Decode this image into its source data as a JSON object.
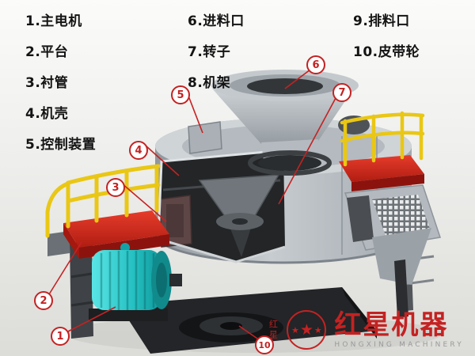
{
  "legend": {
    "items": [
      "1.主电机",
      "2.平台",
      "3.衬管",
      "4.机壳",
      "5.控制装置",
      "6.进料口",
      "7.转子",
      "8.机架",
      "9.排料口",
      "10.皮带轮"
    ]
  },
  "callouts": {
    "n1": "1",
    "n2": "2",
    "n3": "3",
    "n4": "4",
    "n5": "5",
    "n6": "6",
    "n7": "7",
    "n10": "10"
  },
  "watermark": {
    "vertical_text": "红星",
    "star": "★",
    "brand": "红星机器",
    "subtitle": "HONGXING MACHINERY"
  },
  "colors": {
    "callout_red": "#c42222",
    "brand_red": "#c42222",
    "platform_red": "#d22b20",
    "railing_yellow": "#e9c714",
    "motor_teal": "#2cc4c6",
    "machine_gray": "#b9bfc4",
    "interior_dark": "#26282b"
  }
}
